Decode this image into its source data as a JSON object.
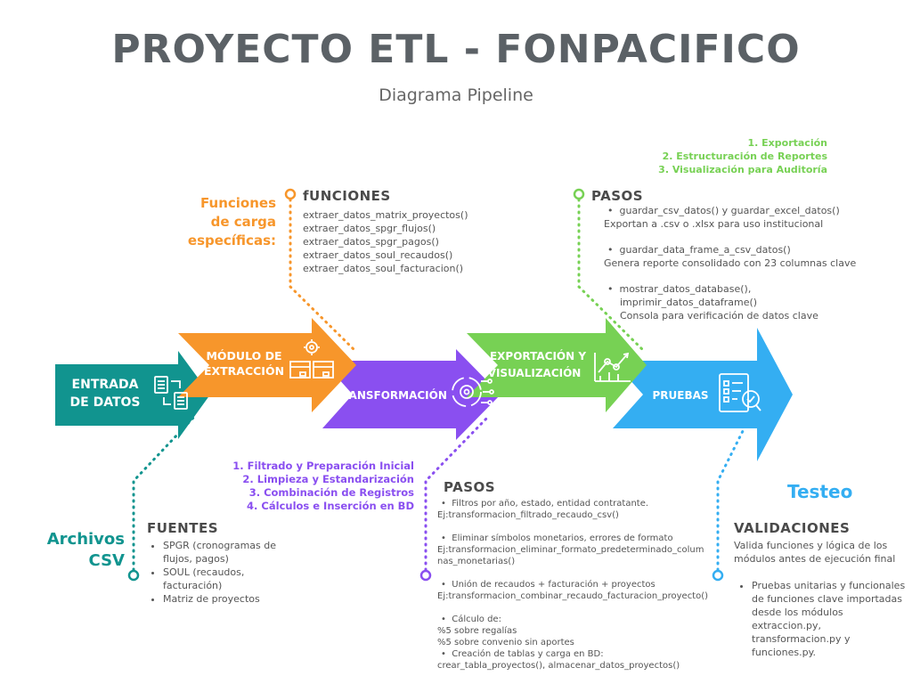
{
  "title": "PROYECTO ETL - FONPACIFICO",
  "subtitle": "Diagrama Pipeline",
  "colors": {
    "teal": "#11948f",
    "orange": "#f7962b",
    "purple": "#8a4ff0",
    "green": "#77d154",
    "blue": "#34aef2"
  },
  "stages": {
    "entrada": {
      "line1": "ENTRADA",
      "line2": "DE DATOS",
      "icon": "document-transfer-icon"
    },
    "extraccion": {
      "line1": "MÓDULO DE",
      "line2": "EXTRACCIÓN",
      "icon": "gear-boxes-icon"
    },
    "transformacion": {
      "line1": "TRANSFORMACIÓN",
      "icon": "cycle-gear-icon"
    },
    "exportacion": {
      "line1": "EXPORTACIÓN Y",
      "line2": "VISUALIZACIÓN",
      "icon": "chart-icon"
    },
    "pruebas": {
      "line1": "PRUEBAS",
      "icon": "checklist-magnifier-icon"
    }
  },
  "funciones": {
    "side_label_1": "Funciones",
    "side_label_2": "de carga",
    "side_label_3": "específicas:",
    "heading": "fUNCIONES",
    "items": [
      "extraer_datos_matrix_proyectos()",
      "extraer_datos_spgr_flujos()",
      "extraer_datos_spgr_pagos()",
      "extraer_datos_soul_recaudos()",
      "extraer_datos_soul_facturacion()"
    ]
  },
  "exportacion": {
    "steps": [
      "1. Exportación",
      "2. Estructuración de Reportes",
      "3. Visualización para Auditoría"
    ],
    "heading": "PASOS",
    "b1_a": "guardar_csv_datos() y guardar_excel_datos()",
    "b1_b": "Exportan a .csv o .xlsx para uso institucional",
    "b2_a": "guardar_data_frame_a_csv_datos()",
    "b2_b": "Genera reporte consolidado con 23 columnas clave",
    "b3_a": "mostrar_datos_database(),",
    "b3_b": "imprimir_datos_dataframe()",
    "b3_c": "Consola para verificación de datos clave"
  },
  "fuentes": {
    "side_label_1": "Archivos",
    "side_label_2": "CSV",
    "heading": "FUENTES",
    "items": [
      "SPGR (cronogramas de flujos, pagos)",
      "SOUL (recaudos, facturación)",
      "Matriz de proyectos"
    ]
  },
  "transformacion": {
    "steps": [
      "1. Filtrado y Preparación Inicial",
      "2. Limpieza y Estandarización",
      "3. Combinación de Registros",
      "4. Cálculos e Inserción en BD"
    ],
    "heading": "PASOS",
    "b1_a": "Filtros por año, estado, entidad contratante.",
    "b1_b": "Ej:transformacion_filtrado_recaudo_csv()",
    "b2_a": "Eliminar símbolos monetarios, errores de formato",
    "b2_b": "Ej:transformacion_eliminar_formato_predeterminado_colum",
    "b2_c": "nas_monetarias()",
    "b3_a": "Unión de recaudos + facturación + proyectos",
    "b3_b": "Ej:transformacion_combinar_recaudo_facturacion_proyecto()",
    "b4_a": "Cálculo de:",
    "b4_b": "%5 sobre regalías",
    "b4_c": "%5 sobre convenio sin aportes",
    "b5_a": "Creación de tablas y carga en BD:",
    "b5_b": "crear_tabla_proyectos(), almacenar_datos_proyectos()"
  },
  "testeo": {
    "side_label": "Testeo",
    "heading": "VALIDACIONES",
    "intro": "Valida funciones y lógica de los módulos antes de ejecución final",
    "item": "Pruebas unitarias y funcionales de funciones clave importadas desde los módulos extraccion.py, transformacion.py y funciones.py."
  }
}
